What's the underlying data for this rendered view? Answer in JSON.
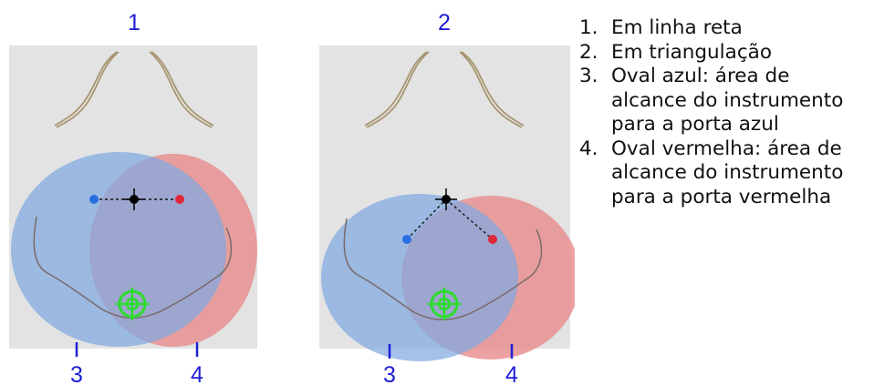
{
  "panels": [
    {
      "callout": "1",
      "left_marker": "3",
      "right_marker": "4",
      "left_port_color": "#2a6fe0",
      "right_port_color": "#e0283c"
    },
    {
      "callout": "2",
      "left_marker": "3",
      "right_marker": "4",
      "left_port_color": "#2a6fe0",
      "right_port_color": "#e0283c"
    }
  ],
  "legend": [
    {
      "number": "1.",
      "text": "Em linha reta"
    },
    {
      "number": "2.",
      "text": "Em triangulação"
    },
    {
      "number": "3.",
      "text": "Oval azul: área de alcance do instrumento para a porta azul"
    },
    {
      "number": "4.",
      "text": "Oval vermelha: área de alcance do instrumento para a porta vermelha"
    }
  ],
  "colors": {
    "callout": "#1f1fd6",
    "torso": "#e3e3e3",
    "blue_zone": "#7fa9e0",
    "red_zone": "#e88e8e",
    "target": "#2ddc2d",
    "camera_port": "#000000"
  },
  "icons": {
    "camera_port": "crosshair-port-icon",
    "target": "target-reticle-icon"
  }
}
